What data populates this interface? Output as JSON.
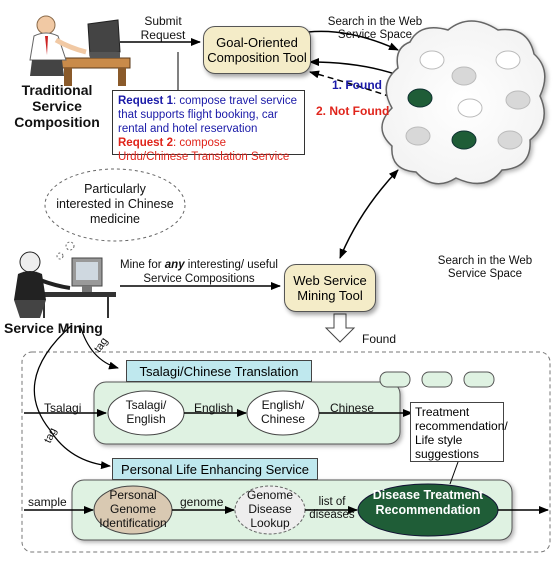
{
  "top": {
    "actor_label": "Traditional Service Composition",
    "submit_label": "Submit Request",
    "composition_tool": "Goal-Oriented Composition Tool",
    "search_label": "Search in the Web Service Space",
    "found_label": "1. Found",
    "not_found_label": "2. Not Found"
  },
  "requests": {
    "r1_prefix": "Request 1",
    "r1_text": ": compose travel service that supports flight booking, car rental and hotel reservation",
    "r2_prefix": "Request 2",
    "r2_text": ": compose Urdu/Chinese Translation Service"
  },
  "middle": {
    "thought": "Particularly interested in Chinese medicine",
    "mine_pre": "Mine for ",
    "mine_em": "any",
    "mine_post": " interesting/ useful Service Compositions",
    "mining_tool": "Web Service Mining Tool",
    "search_label2": "Search in the Web Service Space",
    "found_label2": "Found",
    "actor2_label": "Service Mining"
  },
  "translation": {
    "tag": "tag",
    "title": "Tsalagi/Chinese Translation",
    "input": "Tsalagi",
    "node1": "Tsalagi/ English",
    "mid": "English",
    "node2": "English/ Chinese",
    "output": "Chinese"
  },
  "life": {
    "tag": "tag",
    "title": "Personal Life Enhancing Service",
    "input": "sample",
    "node1": "Personal Genome Identification",
    "mid": "genome",
    "node2": "Genome Disease Lookup",
    "mid2": "list of diseases",
    "node3": "Disease Treatment Recommendation",
    "note": "Treatment recommendation/ Life style suggestions"
  },
  "colors": {
    "accent_blue": "#1a1aa8",
    "accent_red": "#e0241b",
    "service_green": "#1f5d37",
    "panel_green": "#dff2e2",
    "tool_beige": "#f4ecc8",
    "tab_cyan": "#bfe8ee"
  },
  "icons": [
    "person-at-computer-icon",
    "person-at-desk-icon",
    "service-cloud-icon"
  ]
}
